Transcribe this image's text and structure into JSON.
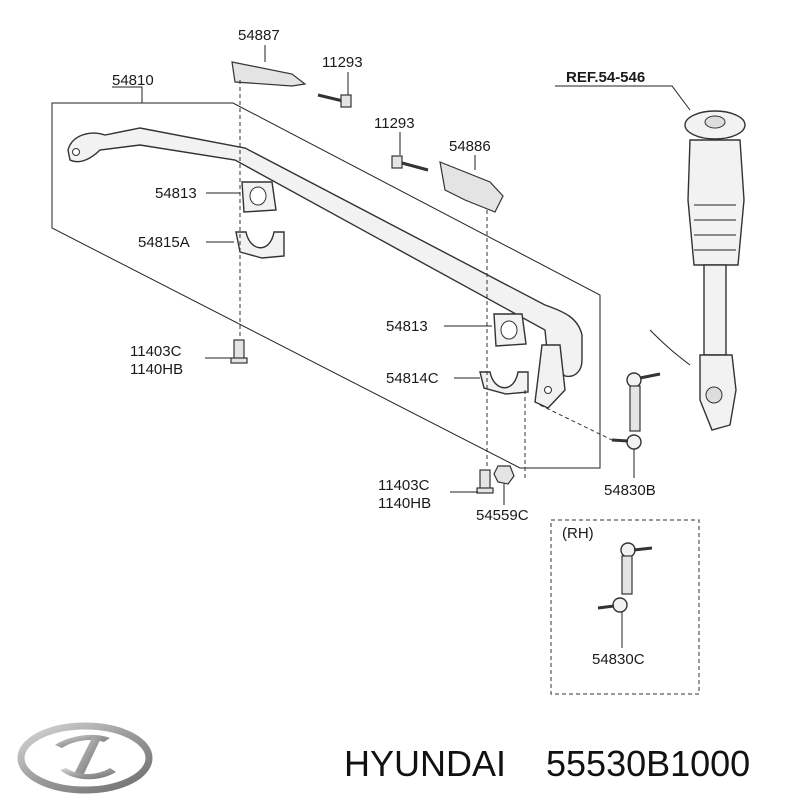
{
  "labels": {
    "p54887": "54887",
    "p11293_a": "11293",
    "p54810": "54810",
    "p11293_b": "11293",
    "p54886": "54886",
    "p54813_a": "54813",
    "p54815a": "54815A",
    "ref": "REF.54-546",
    "p54813_b": "54813",
    "p11403c_a": "11403C",
    "p1140hb_a": "1140HB",
    "p54814c": "54814C",
    "p11403c_b": "11403C",
    "p1140hb_b": "1140HB",
    "p54559c": "54559C",
    "p54830b": "54830B",
    "rh": "(RH)",
    "p54830c": "54830C"
  },
  "footer": {
    "brand": "HYUNDAI",
    "part_number": "55530B1000"
  },
  "logo": {
    "name": "hyundai-logo",
    "color": "#9a9a9a"
  }
}
